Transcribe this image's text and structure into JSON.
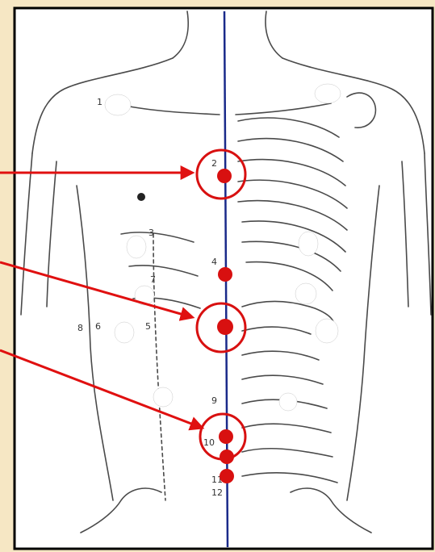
{
  "colors": {
    "background": "#f6e7c4",
    "frame": "#000000",
    "midline": "#1a2a8a",
    "marker": "#d81010",
    "arrow": "#e01010",
    "sketch": "#4a4a4a"
  },
  "point_numbers": [
    "1",
    "2",
    "3",
    "4",
    "5",
    "6",
    "7",
    "8",
    "9",
    "10",
    "11",
    "12"
  ],
  "icons": {
    "midline": "vertical-midline",
    "circle_markers": "red-ring-highlight",
    "points": "red-dot",
    "masks": "white-oval-mask",
    "arrows": "red-pointer-arrow"
  }
}
